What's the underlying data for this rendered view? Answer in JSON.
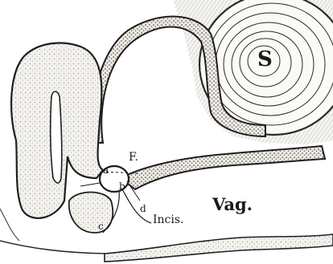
{
  "labels": {
    "s": "S",
    "vag": "Vag.",
    "f": "F.",
    "a": "a",
    "b": "b",
    "c": "c",
    "d": "d",
    "incis": "Incis."
  }
}
